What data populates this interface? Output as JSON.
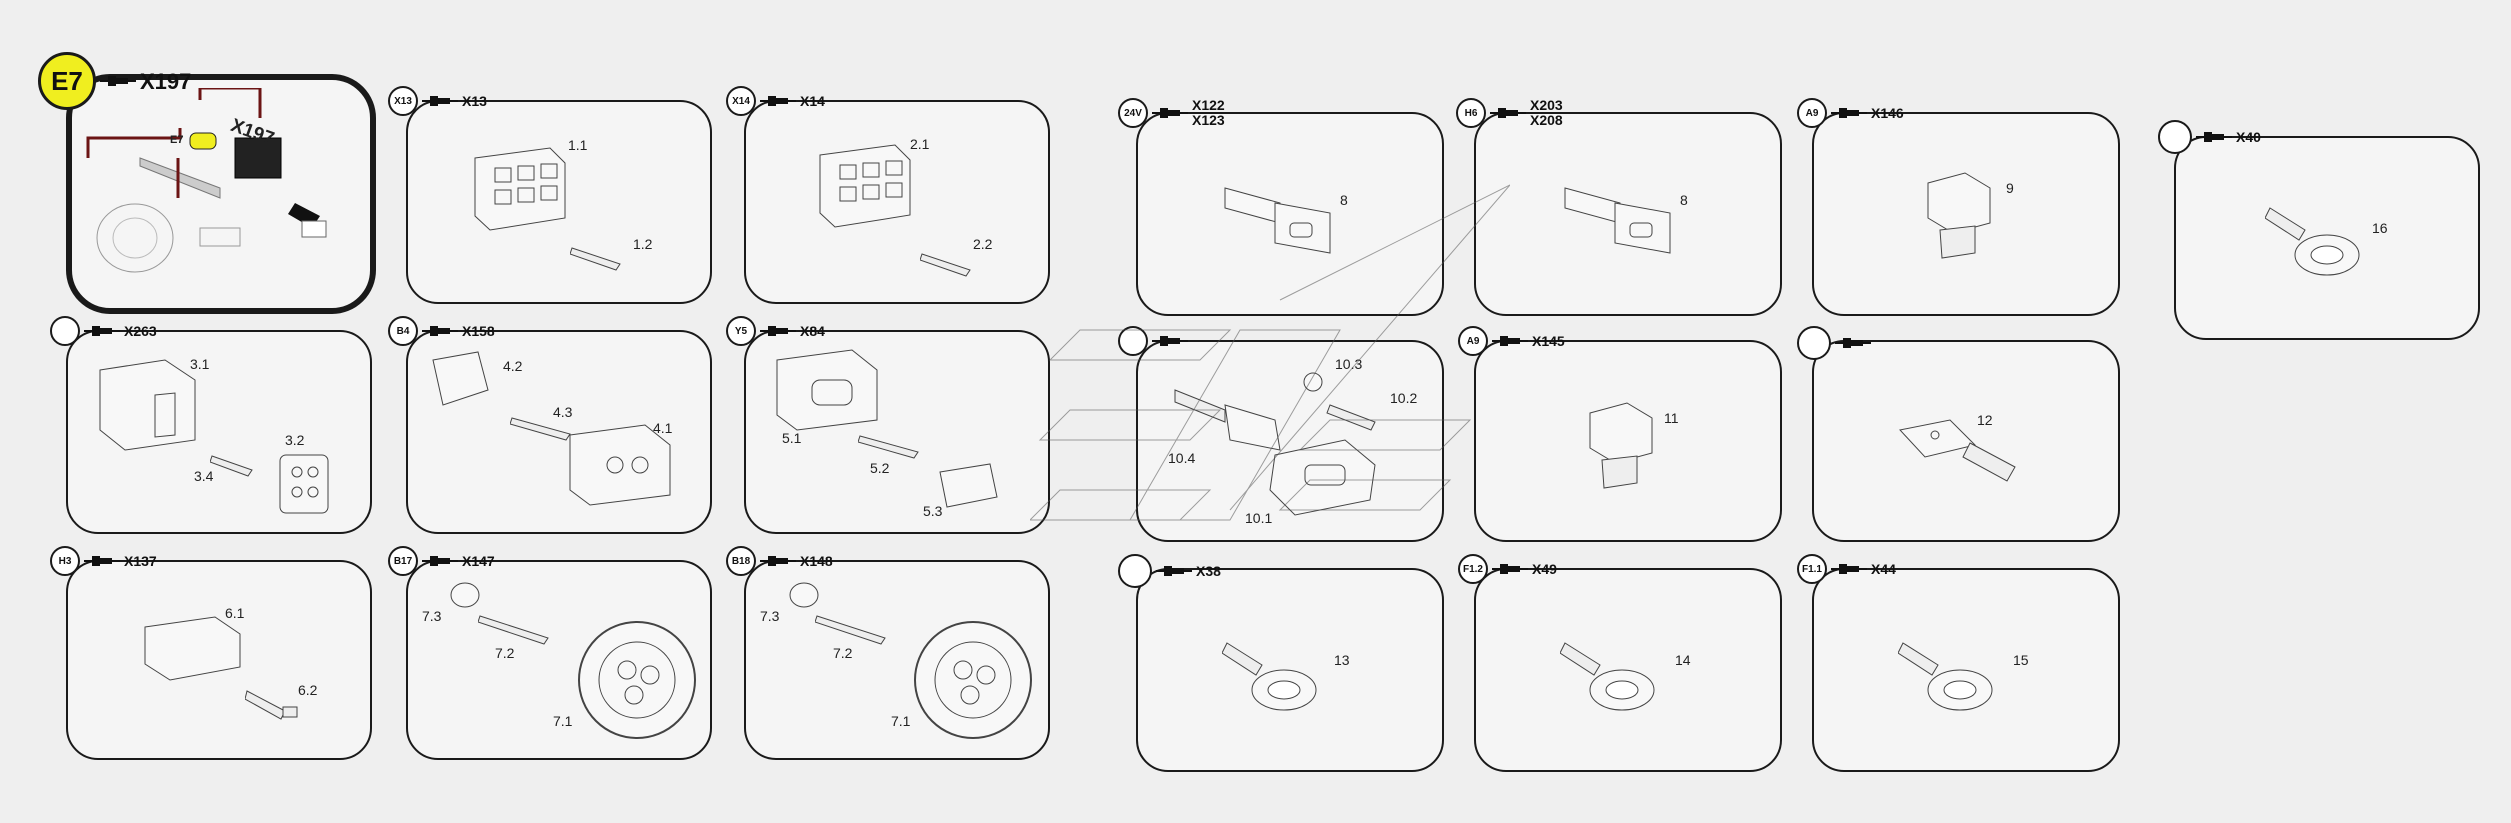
{
  "panels": [
    {
      "id": "x197",
      "badge": "E7",
      "codes": [
        "X197"
      ],
      "labels": [
        {
          "t": "X197"
        },
        {
          "t": "E7"
        }
      ]
    },
    {
      "id": "x13",
      "badge": "X13",
      "codes": [
        "X13"
      ],
      "labels": [
        {
          "t": "1.1"
        },
        {
          "t": "1.2"
        }
      ]
    },
    {
      "id": "x14",
      "badge": "X14",
      "codes": [
        "X14"
      ],
      "labels": [
        {
          "t": "2.1"
        },
        {
          "t": "2.2"
        }
      ]
    },
    {
      "id": "x263",
      "badge": "",
      "codes": [
        "X263"
      ],
      "labels": [
        {
          "t": "3.1"
        },
        {
          "t": "3.2"
        },
        {
          "t": "3.4"
        }
      ]
    },
    {
      "id": "x158",
      "badge": "B4",
      "codes": [
        "X158"
      ],
      "labels": [
        {
          "t": "4.2"
        },
        {
          "t": "4.3"
        },
        {
          "t": "4.1"
        }
      ]
    },
    {
      "id": "x84",
      "badge": "Y5",
      "codes": [
        "X84"
      ],
      "labels": [
        {
          "t": "5.1"
        },
        {
          "t": "5.2"
        },
        {
          "t": "5.3"
        }
      ]
    },
    {
      "id": "x137",
      "badge": "H3",
      "codes": [
        "X137"
      ],
      "labels": [
        {
          "t": "6.1"
        },
        {
          "t": "6.2"
        }
      ]
    },
    {
      "id": "x147",
      "badge": "B17",
      "codes": [
        "X147"
      ],
      "labels": [
        {
          "t": "7.3"
        },
        {
          "t": "7.2"
        },
        {
          "t": "7.1"
        }
      ]
    },
    {
      "id": "x148",
      "badge": "B18",
      "codes": [
        "X148"
      ],
      "labels": [
        {
          "t": "7.3"
        },
        {
          "t": "7.2"
        },
        {
          "t": "7.1"
        }
      ]
    },
    {
      "id": "x122",
      "badge": "24V",
      "codes": [
        "X122",
        "X123"
      ],
      "labels": [
        {
          "t": "8"
        }
      ]
    },
    {
      "id": "x203",
      "badge": "H6",
      "codes": [
        "X203",
        "X208"
      ],
      "labels": [
        {
          "t": "8"
        }
      ]
    },
    {
      "id": "x146",
      "badge": "A9",
      "codes": [
        "X146"
      ],
      "labels": [
        {
          "t": "9"
        }
      ]
    },
    {
      "id": "x40",
      "badge": "",
      "codes": [
        "X40"
      ],
      "labels": [
        {
          "t": "16"
        }
      ]
    },
    {
      "id": "p10",
      "badge": "",
      "codes": [],
      "labels": [
        {
          "t": "10.3"
        },
        {
          "t": "10.2"
        },
        {
          "t": "10.4"
        },
        {
          "t": "10.1"
        }
      ]
    },
    {
      "id": "x145",
      "badge": "A9",
      "codes": [
        "X145"
      ],
      "labels": [
        {
          "t": "11"
        }
      ]
    },
    {
      "id": "p12",
      "badge": "",
      "codes": [],
      "labels": [
        {
          "t": "12"
        }
      ]
    },
    {
      "id": "x38",
      "badge": "",
      "codes": [
        "X38"
      ],
      "labels": [
        {
          "t": "13"
        }
      ]
    },
    {
      "id": "x49",
      "badge": "F1.2",
      "codes": [
        "X49"
      ],
      "labels": [
        {
          "t": "14"
        }
      ]
    },
    {
      "id": "x44",
      "badge": "F1.1",
      "codes": [
        "X44"
      ],
      "labels": [
        {
          "t": "15"
        }
      ]
    }
  ],
  "colors": {
    "badge_highlight": "#f0ee1f",
    "wire_red": "#6b1414",
    "line": "#1a1a1a"
  }
}
